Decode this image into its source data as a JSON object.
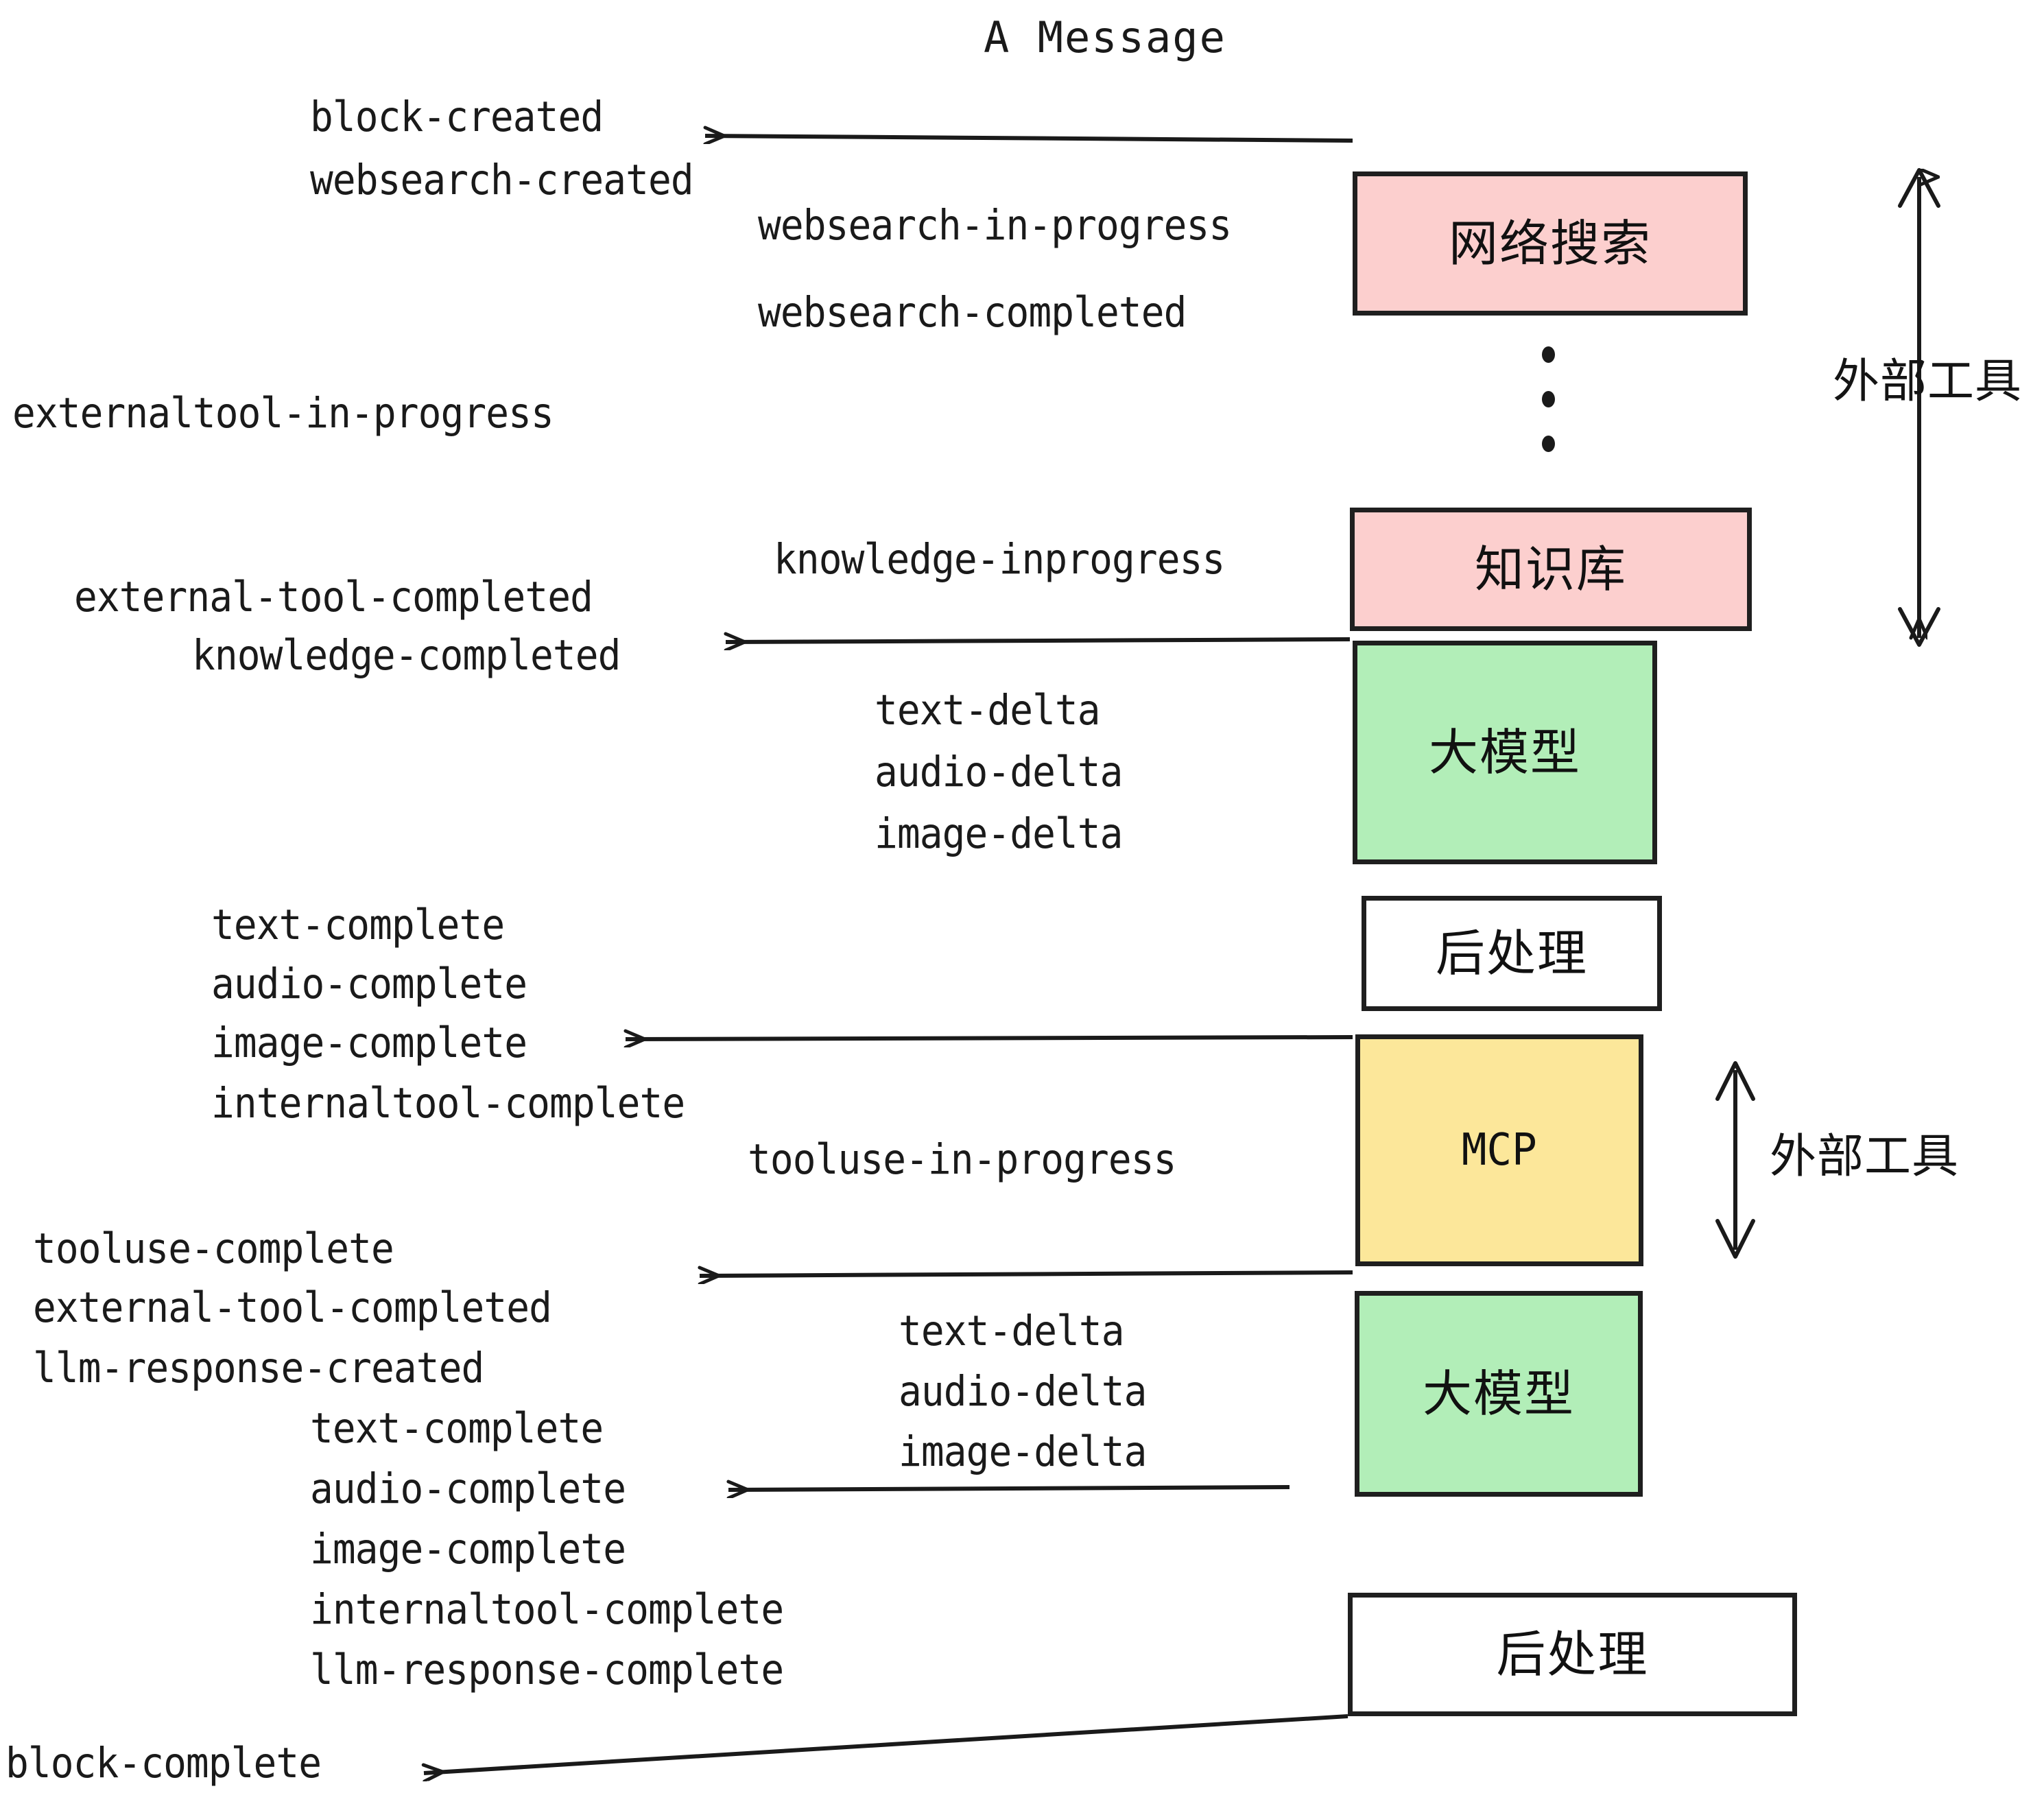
{
  "title": "A Message",
  "colors": {
    "external_tool_fill": "#fccfce",
    "llm_fill": "#b2eeb8",
    "mcp_fill": "#fce79a",
    "postprocess_fill": "#ffffff",
    "stroke": "#1f1f1f",
    "text": "#1a1a1a",
    "background": "#ffffff"
  },
  "boxes": [
    {
      "id": "websearch",
      "label": "网络搜索",
      "fill": "#fccfce"
    },
    {
      "id": "knowledge",
      "label": "知识库",
      "fill": "#fccfce"
    },
    {
      "id": "llm-1",
      "label": "大模型",
      "fill": "#b2eeb8"
    },
    {
      "id": "postprocess-1",
      "label": "后处理",
      "fill": "#ffffff"
    },
    {
      "id": "mcp",
      "label": "MCP",
      "fill": "#fce79a"
    },
    {
      "id": "llm-2",
      "label": "大模型",
      "fill": "#b2eeb8"
    },
    {
      "id": "postprocess-2",
      "label": "后处理",
      "fill": "#ffffff"
    }
  ],
  "group_labels": [
    {
      "id": "external-tools-top",
      "label": "外部工具"
    },
    {
      "id": "external-tools-bottom",
      "label": "外部工具"
    }
  ],
  "events": {
    "block_created": "block-created",
    "websearch_created": "websearch-created",
    "websearch_in_progress": "websearch-in-progress",
    "websearch_completed": "websearch-completed",
    "externaltool_in_progress": "externaltool-in-progress",
    "knowledge_inprogress": "knowledge-inprogress",
    "external_tool_completed_1": "external-tool-completed",
    "knowledge_completed": "knowledge-completed",
    "text_delta_1": "text-delta",
    "audio_delta_1": "audio-delta",
    "image_delta_1": "image-delta",
    "text_complete_1": "text-complete",
    "audio_complete_1": "audio-complete",
    "image_complete_1": "image-complete",
    "internaltool_complete_1": "internaltool-complete",
    "tooluse_in_progress": "tooluse-in-progress",
    "tooluse_complete": "tooluse-complete",
    "external_tool_completed_2": "external-tool-completed",
    "llm_response_created": "llm-response-created",
    "text_delta_2": "text-delta",
    "audio_delta_2": "audio-delta",
    "image_delta_2": "image-delta",
    "text_complete_2": "text-complete",
    "audio_complete_2": "audio-complete",
    "image_complete_2": "image-complete",
    "internaltool_complete_2": "internaltool-complete",
    "llm_response_complete": "llm-response-complete",
    "block_complete": "block-complete"
  }
}
